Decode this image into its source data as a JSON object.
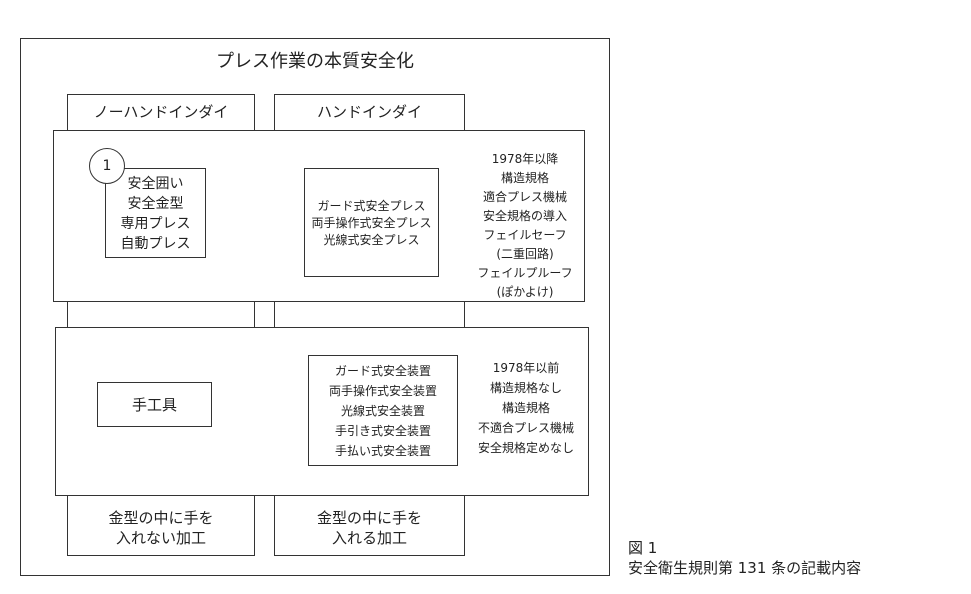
{
  "title": "プレス作業の本質安全化",
  "columns": {
    "no_hand": "ノーハンドインダイ",
    "hand": "ハンドインダイ"
  },
  "upper": {
    "circle": "1",
    "box1": [
      "安全囲い",
      "安全金型",
      "専用プレス",
      "自動プレス"
    ],
    "box2": [
      "ガード式安全プレス",
      "両手操作式安全プレス",
      "光線式安全プレス"
    ],
    "note": [
      "1978年以降",
      "構造規格",
      "適合プレス機械",
      "安全規格の導入",
      "フェイルセーフ",
      "(二重回路)",
      "フェイルプルーフ",
      "(ぽかよけ)"
    ]
  },
  "lower": {
    "box1": "手工具",
    "box2": [
      "ガード式安全装置",
      "両手操作式安全装置",
      "光線式安全装置",
      "手引き式安全装置",
      "手払い式安全装置"
    ],
    "note": [
      "1978年以前",
      "構造規格なし",
      "構造規格",
      "不適合プレス機械",
      "安全規格定めなし"
    ]
  },
  "bottom": {
    "no_hand": [
      "金型の中に手を",
      "入れない加工"
    ],
    "hand": [
      "金型の中に手を",
      "入れる加工"
    ]
  },
  "caption": {
    "figure": "図 1",
    "text": "安全衛生規則第 131 条の記載内容"
  }
}
